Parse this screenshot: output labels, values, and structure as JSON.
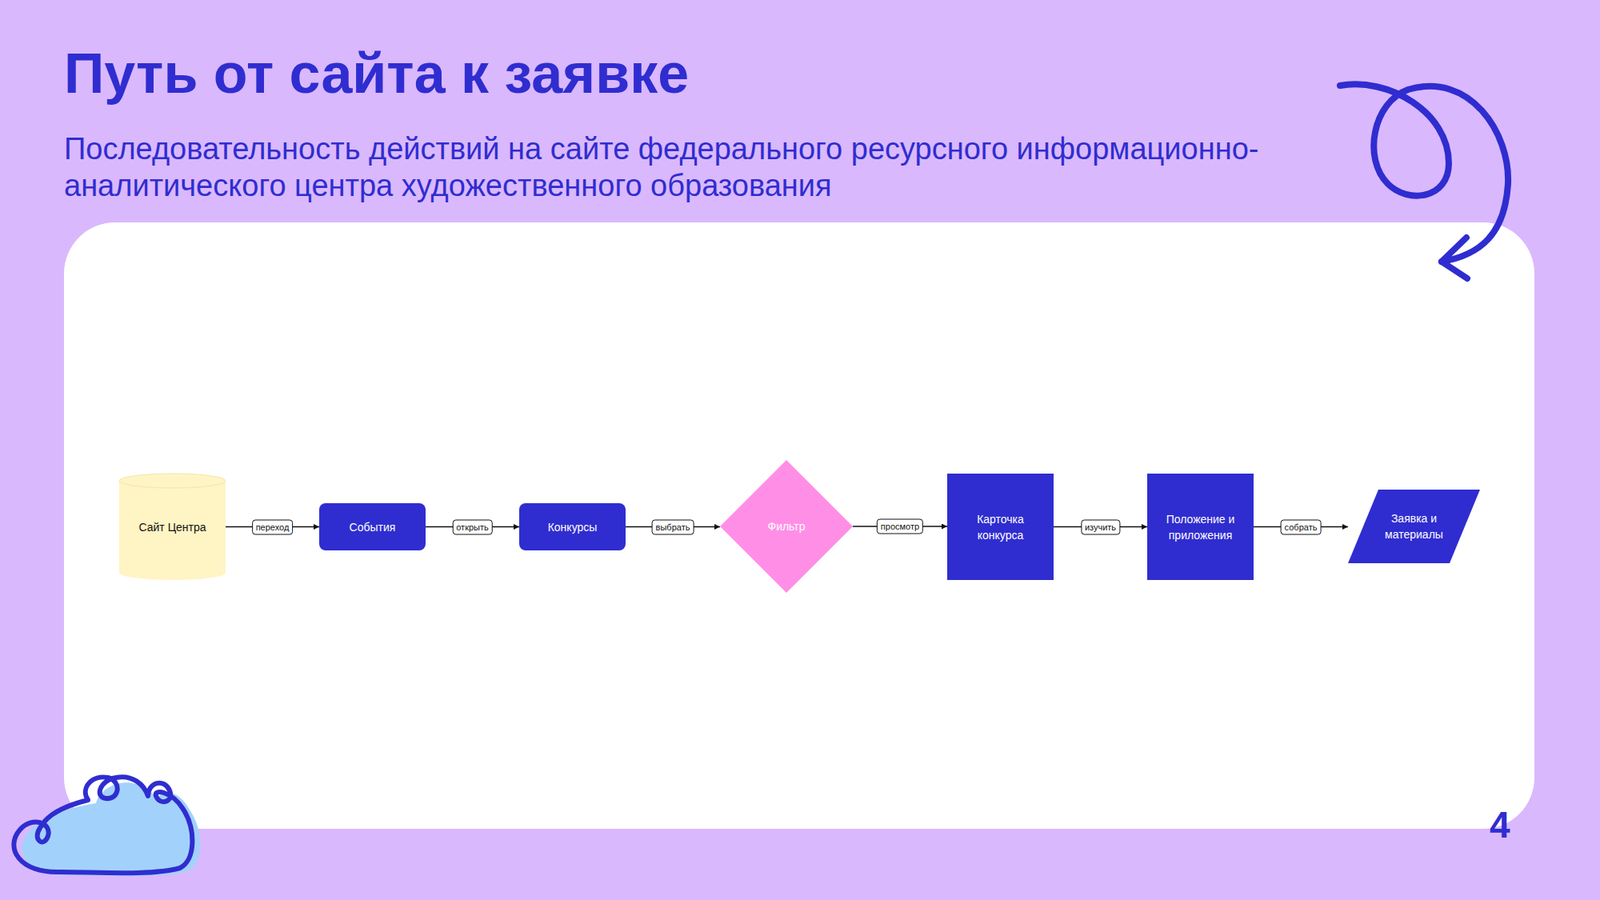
{
  "diagram": {
    "title": "Путь от сайта к заявке",
    "caption": "Последовательность действий на сайте федерального ресурсного информационно-аналитического центра художественного образования",
    "nodes": [
      {
        "text": [
          "Сайт Центра"
        ]
      },
      {
        "text": [
          "События"
        ]
      },
      {
        "text": [
          "Конкурсы"
        ]
      },
      {
        "text": [
          "Фильтр"
        ]
      },
      {
        "text": [
          "Карточка конкурса"
        ]
      },
      {
        "text": [
          "Положение и приложения"
        ]
      },
      {
        "text": [
          "Заявка и материалы"
        ]
      }
    ],
    "edges": [
      {
        "from": 0,
        "to": 1,
        "label": "переход",
        "arrow": "to"
      },
      {
        "from": 1,
        "to": 2,
        "label": "открыть",
        "arrow": "to"
      },
      {
        "from": 2,
        "to": 3,
        "label": "выбрать",
        "arrow": "to"
      },
      {
        "from": 3,
        "to": 4,
        "label": "просмотр",
        "arrow": "to"
      },
      {
        "from": 4,
        "to": 5,
        "label": "изучить",
        "arrow": "to"
      },
      {
        "from": 5,
        "to": 6,
        "label": "собрать",
        "arrow": "to"
      }
    ],
    "labels": [
      "4"
    ]
  }
}
